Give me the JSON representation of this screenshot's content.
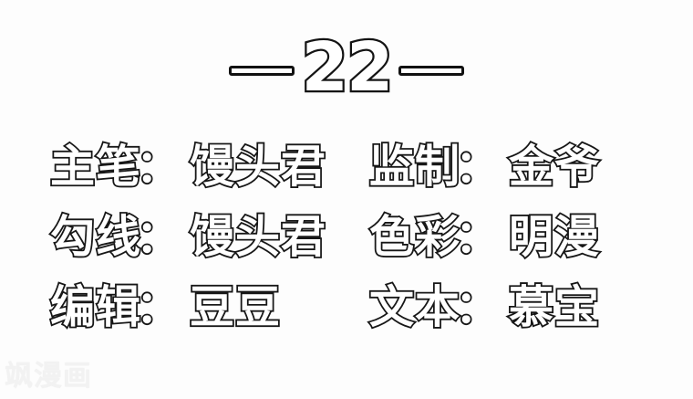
{
  "page": {
    "background_color": "#fdfdfd",
    "text_fill_color": "#ffffff",
    "text_stroke_color": "#171717"
  },
  "header": {
    "left_rule": "—",
    "chapter_number": "22",
    "right_rule": "—"
  },
  "credits": {
    "rows": [
      {
        "left": {
          "role": "主笔",
          "colon": "：",
          "name": "馒头君"
        },
        "right": {
          "role": "监制",
          "colon": "：",
          "name": "金爷"
        }
      },
      {
        "left": {
          "role": "勾线",
          "colon": "：",
          "name": "馒头君"
        },
        "right": {
          "role": "色彩",
          "colon": "：",
          "name": "明漫"
        }
      },
      {
        "left": {
          "role": "编辑",
          "colon": "：",
          "name": "豆豆"
        },
        "right": {
          "role": "文本",
          "colon": "：",
          "name": "慕宝"
        }
      }
    ]
  },
  "watermark": {
    "text": "飒漫画",
    "color": "#f2f2f2"
  }
}
